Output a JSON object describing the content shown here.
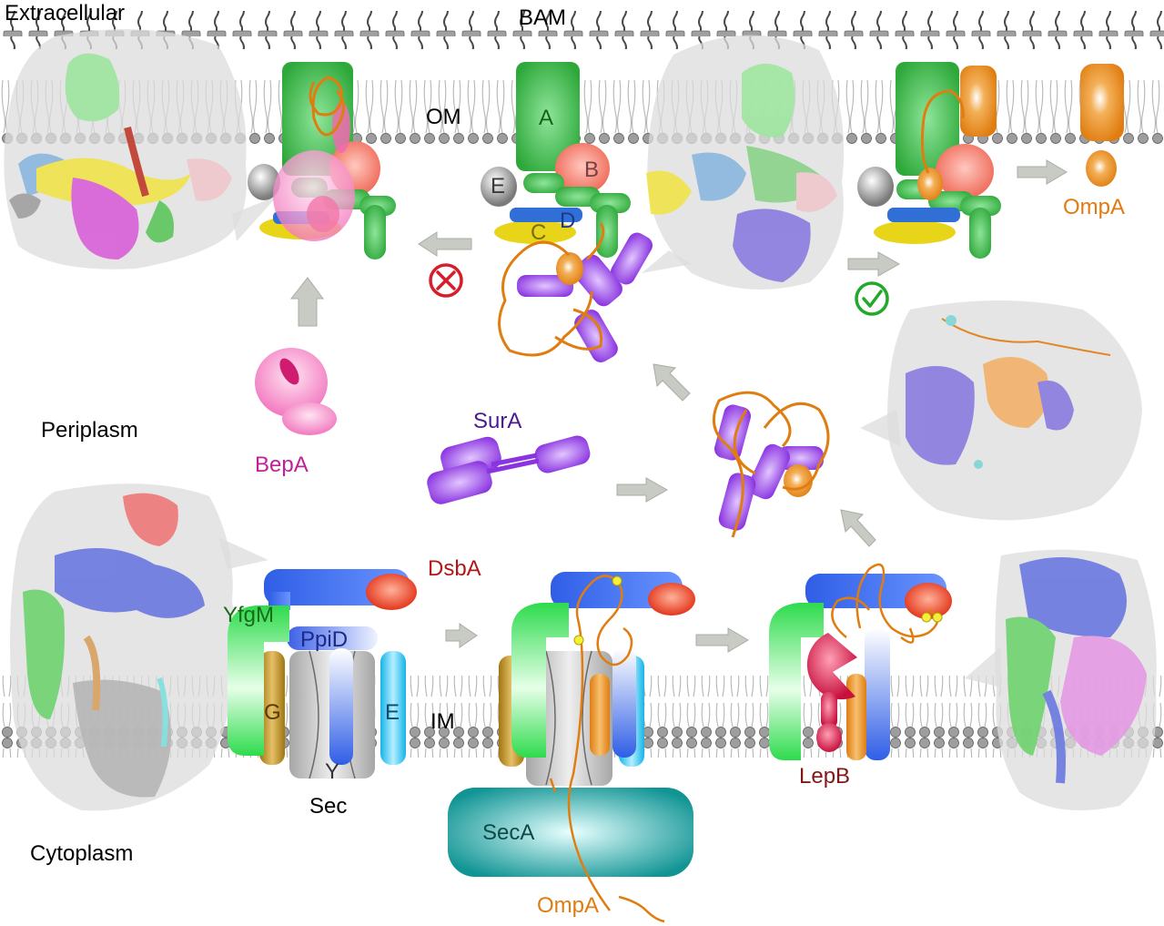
{
  "regions": {
    "extracellular": "Extracellular",
    "periplasm": "Periplasm",
    "cytoplasm": "Cytoplasm",
    "om": "OM",
    "im": "IM"
  },
  "bam": {
    "title": "BAM",
    "subunits": {
      "a": "A",
      "b": "B",
      "c": "C",
      "d": "D",
      "e": "E"
    }
  },
  "proteins": {
    "bepa": "BepA",
    "sura": "SurA",
    "dsba": "DsbA",
    "yfgm": "YfgM",
    "ppid": "PpiD",
    "lepb": "LepB",
    "seca": "SecA",
    "ompa_top": "OmpA",
    "ompa_bottom": "OmpA"
  },
  "sec": {
    "title": "Sec",
    "subunits": {
      "g": "G",
      "e": "E",
      "y": "Y"
    }
  },
  "colors": {
    "bam_green": "#3cb043",
    "bam_b": "#f47a6a",
    "bam_c": "#e8d51a",
    "bam_d": "#2f6fd6",
    "bam_e": "#8c8c8c",
    "bepa": "#e94fa3",
    "sura": "#9a4de6",
    "ompa": "#e88a1c",
    "dsba": "#e8361e",
    "yfgm": "#2edb4d",
    "ppid": "#2f5ee6",
    "secg": "#b8861a",
    "sece": "#28c4ee",
    "secy": "#9a9a9a",
    "seca": "#1a9a9a",
    "lepb": "#d8184a",
    "label_ompa": "#e07b10",
    "label_dsba": "#b01818",
    "label_lepb": "#801818",
    "label_bepa": "#c0209a",
    "label_sura": "#4a1a90",
    "label_ppid": "#1a2a8a",
    "label_yfgm": "#1a6a1a",
    "label_bam_a": "#146614",
    "label_seca": "#0c4a4a",
    "reject": "#d81c2a",
    "accept": "#22a82a"
  },
  "icons": {
    "reject": "circle-x-icon",
    "accept": "circle-check-icon",
    "arrow": "gray-block-arrow-icon"
  }
}
